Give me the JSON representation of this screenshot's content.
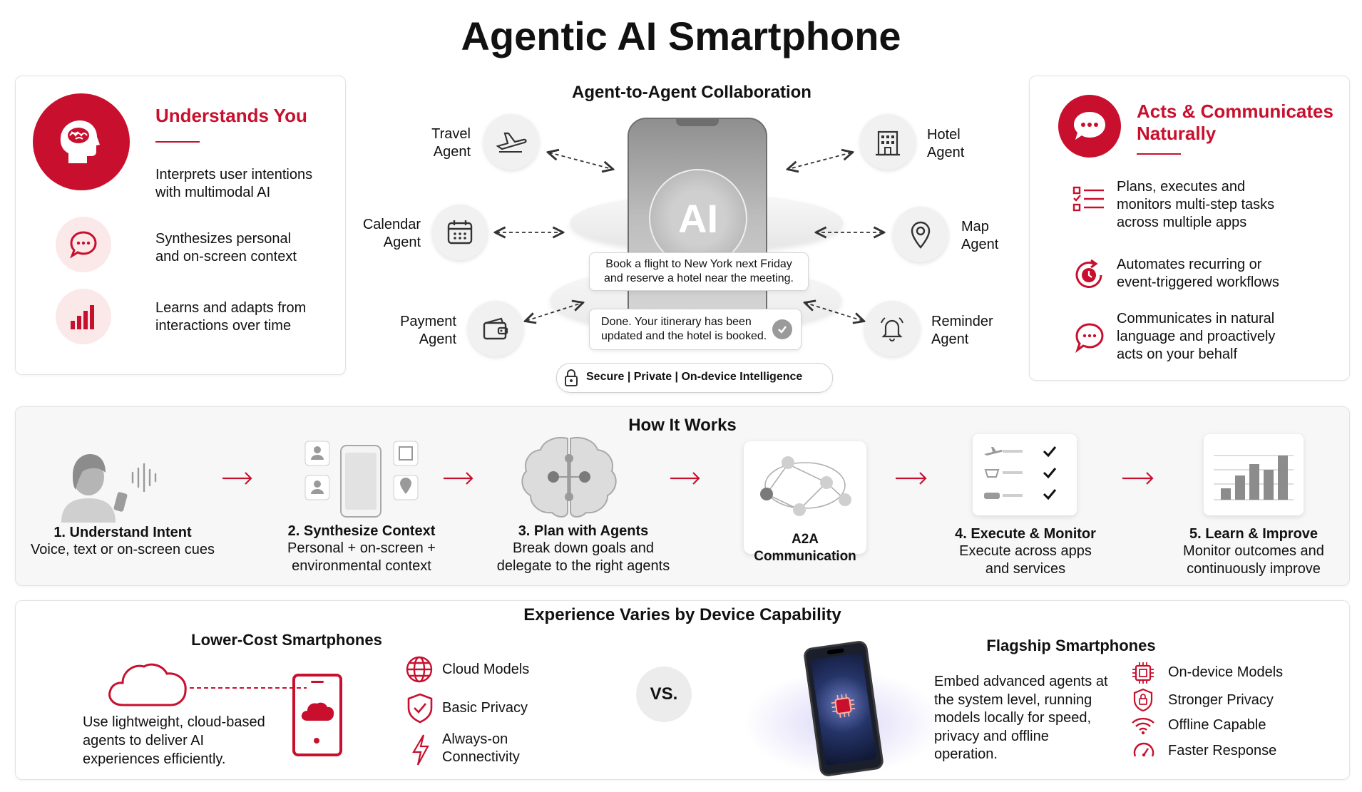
{
  "title": "Agentic AI Smartphone",
  "left_panel": {
    "heading": "Understands You",
    "items": [
      {
        "icon": "head-brain-icon",
        "text": "Interprets user intentions with multimodal AI"
      },
      {
        "icon": "chat-bubble-icon",
        "text": "Synthesizes personal and on-screen context"
      },
      {
        "icon": "bar-chart-icon",
        "text": "Learns and adapts from interactions over time"
      }
    ]
  },
  "center": {
    "heading": "Agent-to-Agent Collaboration",
    "phone_logo": "AI",
    "request": "Book a flight to New York next Friday and reserve a hotel near the meeting.",
    "response": "Done. Your itinerary has been updated and the hotel is booked.",
    "security": "Secure | Private | On-device Intelligence",
    "agents": {
      "travel": {
        "line1": "Travel",
        "line2": "Agent",
        "icon": "airplane-icon"
      },
      "calendar": {
        "line1": "Calendar",
        "line2": "Agent",
        "icon": "calendar-icon"
      },
      "payment": {
        "line1": "Payment",
        "line2": "Agent",
        "icon": "wallet-icon"
      },
      "hotel": {
        "line1": "Hotel",
        "line2": "Agent",
        "icon": "hotel-icon"
      },
      "map": {
        "line1": "Map",
        "line2": "Agent",
        "icon": "map-pin-icon"
      },
      "reminder": {
        "line1": "Reminder",
        "line2": "Agent",
        "icon": "bell-icon"
      }
    }
  },
  "right_panel": {
    "heading_line1": "Acts & Communicates",
    "heading_line2": "Naturally",
    "items": [
      {
        "icon": "checklist-icon",
        "text": "Plans, executes and monitors multi-step tasks across multiple apps"
      },
      {
        "icon": "clock-refresh-icon",
        "text": "Automates recurring or event-triggered workflows"
      },
      {
        "icon": "chat-bubble-icon",
        "text": "Communicates in natural language and proactively acts on your behalf"
      }
    ]
  },
  "how_it_works": {
    "heading": "How It Works",
    "steps": [
      {
        "title": "1. Understand Intent",
        "desc1": "Voice, text or on-screen cues",
        "desc2": ""
      },
      {
        "title": "2. Synthesize Context",
        "desc1": "Personal + on-screen +",
        "desc2": "environmental context"
      },
      {
        "title": "3. Plan with Agents",
        "desc1": "Break down goals and",
        "desc2": "delegate to the right agents"
      },
      {
        "title": "A2A Communication",
        "desc1": "",
        "desc2": ""
      },
      {
        "title": "4. Execute & Monitor",
        "desc1": "Execute across apps",
        "desc2": "and services"
      },
      {
        "title": "5. Learn & Improve",
        "desc1": "Monitor outcomes and",
        "desc2": "continuously improve"
      }
    ]
  },
  "experience": {
    "heading": "Experience Varies by Device Capability",
    "lower": {
      "heading": "Lower-Cost Smartphones",
      "desc": "Use lightweight, cloud-based agents to deliver AI experiences efficiently.",
      "features": [
        {
          "icon": "globe-icon",
          "text": "Cloud Models"
        },
        {
          "icon": "shield-check-icon",
          "text": "Basic Privacy"
        },
        {
          "icon": "lightning-icon",
          "text": "Always-on Connectivity"
        }
      ]
    },
    "vs": "VS.",
    "flagship": {
      "heading": "Flagship Smartphones",
      "desc": "Embed advanced agents at the system level, running models locally for speed, privacy and offline operation.",
      "features": [
        {
          "icon": "chip-icon",
          "text": "On-device Models"
        },
        {
          "icon": "shield-lock-icon",
          "text": "Stronger Privacy"
        },
        {
          "icon": "wifi-icon",
          "text": "Offline Capable"
        },
        {
          "icon": "speedometer-icon",
          "text": "Faster Response"
        }
      ]
    }
  },
  "colors": {
    "accent": "#c8102e",
    "panel_border": "#e2e2e2",
    "light_accent": "#fbe9ea"
  }
}
